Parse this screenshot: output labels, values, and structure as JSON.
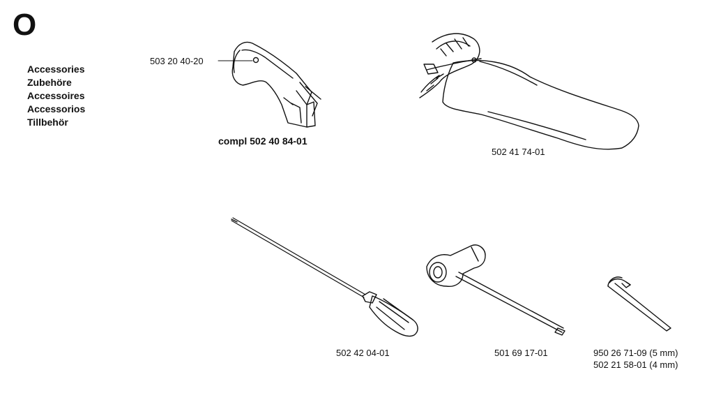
{
  "section": {
    "letter": "O"
  },
  "titles": [
    "Accessories",
    "Zubehöre",
    "Accessoires",
    "Accessorios",
    "Tillbehör"
  ],
  "parts": {
    "guard_plate": "503 20 40-20",
    "guard_compl": "compl 502 40 84-01",
    "bag": "502 41 74-01",
    "screwdriver": "502 42 04-01",
    "combi_wrench": "501 69 17-01",
    "hex_key_5": "950 26 71-09 (5 mm)",
    "hex_key_4": "502 21 58-01 (4 mm)"
  }
}
